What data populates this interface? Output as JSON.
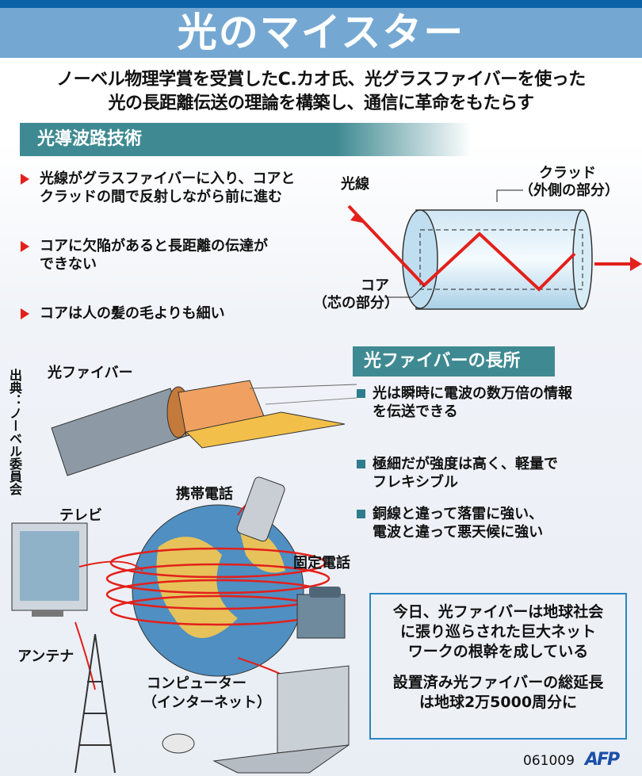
{
  "title": "光のマイスター",
  "subtitle": [
    "ノーベル物理学賞を受賞したC.カオ氏、光グラスファイバーを使った",
    "光の長距離伝送の理論を構築し、通信に革命をもたらす"
  ],
  "section_waveguide": {
    "heading": "光導波路技術",
    "bullets": [
      [
        "光線がグラスファイバーに入り、コアと",
        "クラッドの間で反射しながら前に進む"
      ],
      [
        "コアに欠陥があると長距離の伝達が",
        "できない"
      ],
      [
        "コアは人の髪の毛よりも細い"
      ]
    ]
  },
  "fiber_diagram": {
    "ray_label": "光線",
    "cladding_label": [
      "クラッド",
      "（外側の部分）"
    ],
    "core_label": [
      "コア",
      "（芯の部分）"
    ]
  },
  "cable_label": "光ファイバー",
  "source": "出典：ノーベル委員会",
  "section_advantages": {
    "heading": "光ファイバーの長所",
    "bullets": [
      [
        "光は瞬時に電波の数万倍の情報",
        "を伝送できる"
      ],
      [
        "極細だが強度は高く、軽量で",
        "フレキシブル"
      ],
      [
        "銅線と違って落雷に強い、",
        "電波と違って悪天候に強い"
      ]
    ]
  },
  "network": {
    "tv": "テレビ",
    "mobile": "携帯電話",
    "landline": "固定電話",
    "antenna": "アンテナ",
    "computer": [
      "コンピューター",
      "（インターネット）"
    ]
  },
  "info_box": {
    "lines1": [
      "今日、光ファイバーは地球社会",
      "に張り巡らされた巨大ネット",
      "ワークの根幹を成している"
    ],
    "lines2": [
      "設置済み光ファイバーの総延長",
      "は地球2万5000周分に"
    ]
  },
  "footer": {
    "code": "061009",
    "logo": "AFP"
  },
  "colors": {
    "title_band": "#74a8d2",
    "section": "#3f8a92",
    "accent_red": "#e3201b",
    "box_border": "#2b86c4"
  }
}
